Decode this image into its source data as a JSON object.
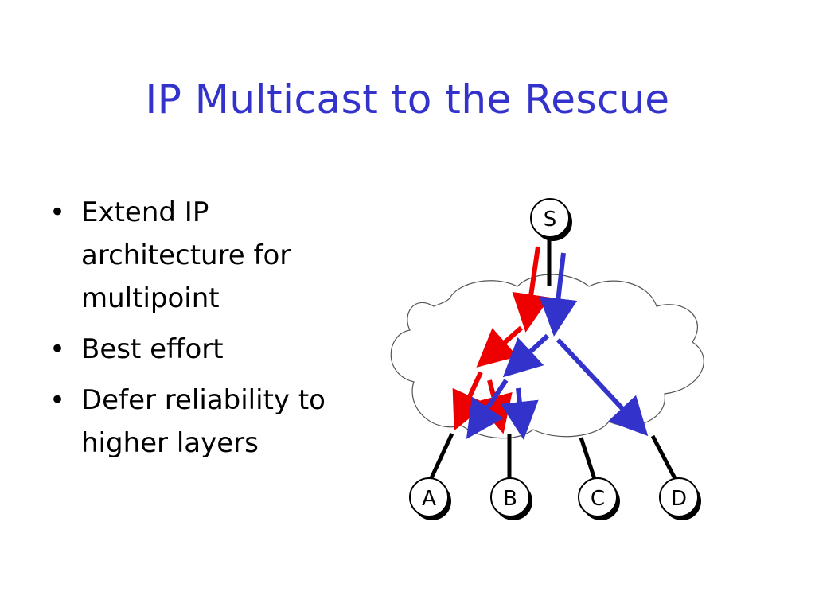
{
  "slide": {
    "title": "IP Multicast to the Rescue",
    "bullets": [
      {
        "text": "Extend IP architecture for multipoint"
      },
      {
        "text": "Best effort"
      },
      {
        "text": "Defer reliability to higher layers"
      }
    ]
  },
  "diagram": {
    "source": {
      "label": "S"
    },
    "receivers": [
      {
        "label": "A"
      },
      {
        "label": "B"
      },
      {
        "label": "C"
      },
      {
        "label": "D"
      }
    ],
    "colors": {
      "red_flow": "#ee0000",
      "blue_flow": "#3333cc",
      "cloud_fill": "#ffffff",
      "cloud_stroke": "#000000"
    }
  }
}
